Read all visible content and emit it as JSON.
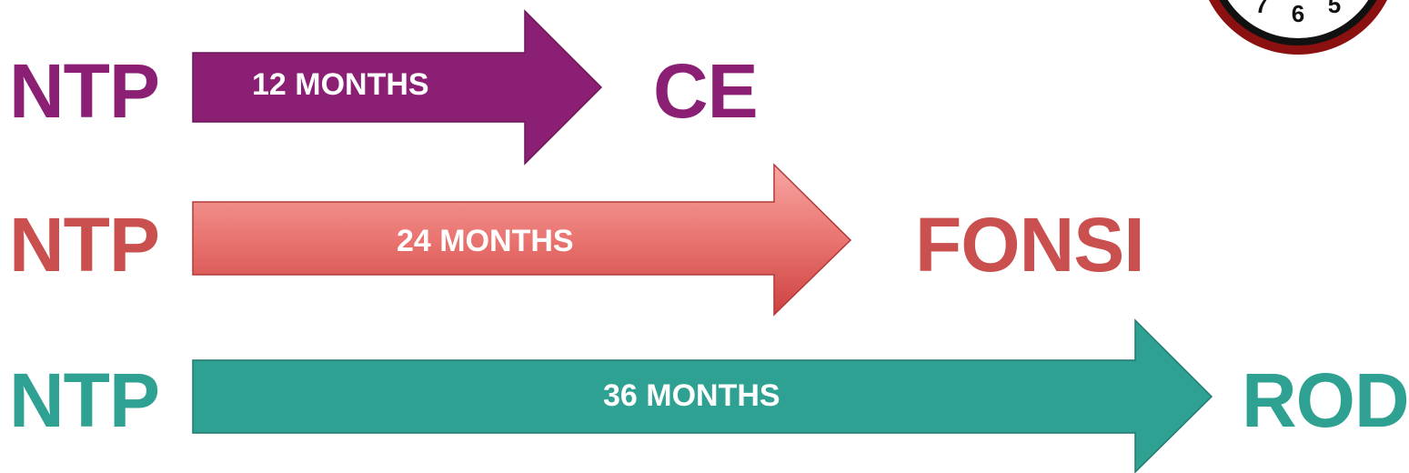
{
  "colors": {
    "purple": "#8a1f73",
    "red": "#c9504e",
    "teal": "#2ea193",
    "clock_rim": "#8b1010"
  },
  "rows": [
    {
      "start": "NTP",
      "duration": "12 MONTHS",
      "end": "CE",
      "color": "#8a1f73"
    },
    {
      "start": "NTP",
      "duration": "24 MONTHS",
      "end": "FONSI",
      "color": "#c9504e"
    },
    {
      "start": "NTP",
      "duration": "36 MONTHS",
      "end": "ROD",
      "color": "#2ea193"
    }
  ],
  "clock": {
    "icon": "clock-icon",
    "visible_numerals": [
      "7",
      "6",
      "5"
    ]
  }
}
